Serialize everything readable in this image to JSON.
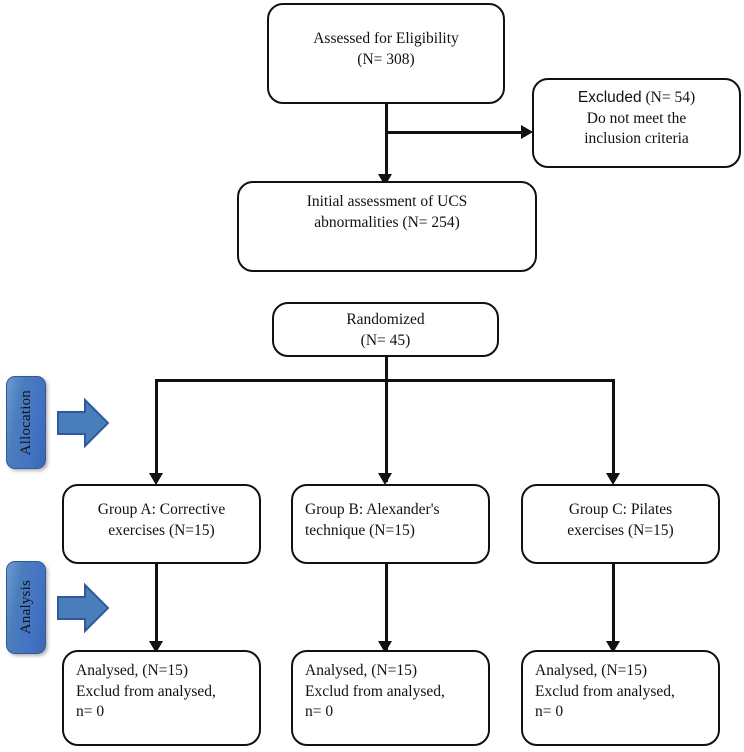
{
  "figure": {
    "type": "consort-flow-diagram",
    "title": "",
    "colors": {
      "stroke": "#111111",
      "box_fill": "#ffffff",
      "phase_blue": "#4472C4",
      "phase_blue_light": "#6E9AD4",
      "phase_blue_dark": "#2E5A9C"
    }
  },
  "nodes": {
    "assessed": {
      "lines": [
        "Assessed for Eligibility",
        "(N= 308)"
      ],
      "align": "center"
    },
    "excluded": {
      "lines": [
        "Excluded (N= 54)",
        "Do not meet the",
        "inclusion criteria"
      ],
      "align": "center",
      "label_word": "Excluded",
      "count": "(N= 54)"
    },
    "initial_assessment": {
      "lines": [
        "Initial assessment of UCS",
        "abnormalities (N= 254)"
      ],
      "align": "center"
    },
    "randomized": {
      "lines": [
        "Randomized",
        "(N= 45)"
      ],
      "align": "center"
    },
    "group_a": {
      "lines": [
        "Group A: Corrective",
        "exercises (N=15)"
      ],
      "align": "center"
    },
    "group_b": {
      "lines": [
        "Group B: Alexander's",
        "technique (N=15)"
      ],
      "align": "left"
    },
    "group_c": {
      "lines": [
        "Group C: Pilates",
        "exercises (N=15)"
      ],
      "align": "center"
    },
    "analysed_a": {
      "lines": [
        "Analysed, (N=15)",
        "Exclud from analysed,",
        "n= 0"
      ],
      "align": "left"
    },
    "analysed_b": {
      "lines": [
        "Analysed, (N=15)",
        "Exclud from analysed,",
        "n= 0"
      ],
      "align": "left"
    },
    "analysed_c": {
      "lines": [
        "Analysed, (N=15)",
        "Exclud from analysed,",
        "n= 0"
      ],
      "align": "left"
    }
  },
  "phases": [
    {
      "id": "allocation",
      "label": "Allocation",
      "icon": "right-block-arrow-icon"
    },
    {
      "id": "analysis",
      "label": "Analysis",
      "icon": "right-block-arrow-icon"
    }
  ],
  "chart_data": {
    "type": "diagram",
    "title": "CONSORT participant flow",
    "stages": [
      {
        "stage": "Assessed for Eligibility",
        "n": 308
      },
      {
        "stage": "Excluded - Do not meet the inclusion criteria",
        "n": 54
      },
      {
        "stage": "Initial assessment of UCS abnormalities",
        "n": 254
      },
      {
        "stage": "Randomized",
        "n": 45
      },
      {
        "stage": "Group A: Corrective exercises",
        "n": 15
      },
      {
        "stage": "Group B: Alexander's technique",
        "n": 15
      },
      {
        "stage": "Group C: Pilates exercises",
        "n": 15
      },
      {
        "stage": "Analysed (Group A)",
        "n": 15,
        "excluded_from_analysis": 0
      },
      {
        "stage": "Analysed (Group B)",
        "n": 15,
        "excluded_from_analysis": 0
      },
      {
        "stage": "Analysed (Group C)",
        "n": 15,
        "excluded_from_analysis": 0
      }
    ]
  }
}
